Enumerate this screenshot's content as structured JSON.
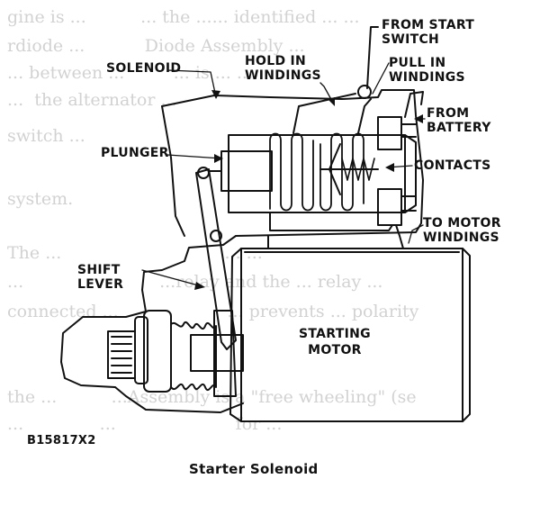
{
  "labels": {
    "solenoid": "SOLENOID",
    "hold_in_windings": "HOLD IN\nWINDINGS",
    "from_start_switch": "FROM START\nSWITCH",
    "pull_in_windings": "PULL IN\nWINDINGS",
    "from_battery": "FROM\nBATTERY",
    "plunger": "PLUNGER",
    "contacts": "CONTACTS",
    "to_motor_windings": "TO MOTOR\nWINDINGS",
    "shift_lever": "SHIFT\nLEVER",
    "starting_motor": "STARTING\nMOTOR",
    "figure_code": "B15817X2"
  },
  "caption": "Starter Solenoid"
}
